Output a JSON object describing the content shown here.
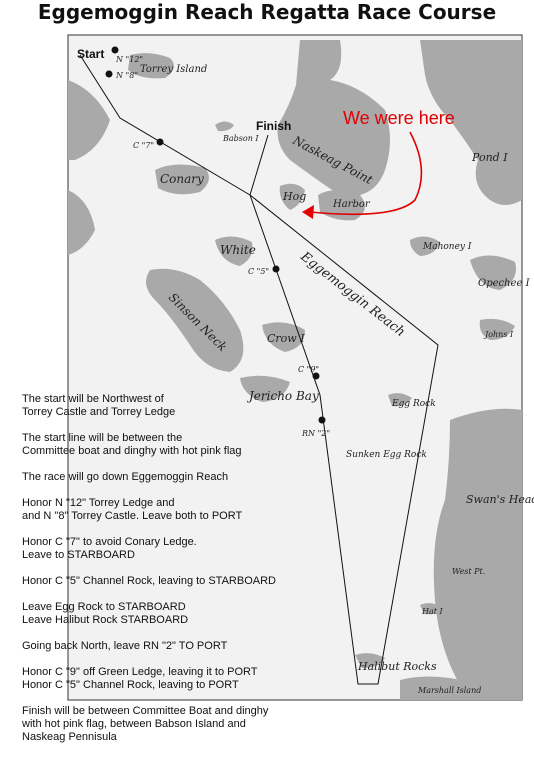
{
  "title": "Eggemoggin Reach Regatta Race Course",
  "labels": {
    "start": "Start",
    "finish": "Finish",
    "we_were_here": "We were here",
    "n12": "N \"12\"",
    "n8": "N \"8\"",
    "c7": "C \"7\"",
    "c5": "C \"5\"",
    "c9": "C \"9\"",
    "rn2": "RN \"2\""
  },
  "places": {
    "torrey_island": "Torrey Island",
    "babson_i": "Babson I",
    "naskeag_point": "Naskeag Point",
    "pond_i": "Pond I",
    "conary": "Conary",
    "hog": "Hog",
    "harbor": "Harbor",
    "white": "White",
    "mahoney_i": "Mahoney I",
    "eggemoggin_reach": "Eggemoggin Reach",
    "opechee_i": "Opechee I",
    "sinson_neck": "Sinson Neck",
    "crow_i": "Crow I",
    "johns_i": "Johns I",
    "jericho_bay": "Jericho Bay",
    "egg_rock": "Egg Rock",
    "sunken_egg_rock": "Sunken Egg Rock",
    "swans_head": "Swan's Head",
    "west_pt": "West Pt.",
    "hat_i": "Hat I",
    "halibut_rocks": "Halibut Rocks",
    "marshall_island": "Marshall Island"
  },
  "instructions": [
    "The start will be Northwest of\nTorrey Castle and Torrey Ledge",
    "The start line will be between the\n Committee boat and dinghy with hot pink flag",
    "The race will go down Eggemoggin Reach",
    "Honor N \"12\" Torrey Ledge and\nand N \"8\" Torrey Castle. Leave both to PORT",
    "Honor C \"7\" to avoid Conary Ledge.\nLeave to STARBOARD",
    "Honor C \"5\" Channel Rock, leaving to STARBOARD",
    "Leave Egg Rock to STARBOARD\nLeave Halibut Rock STARBOARD",
    "Going back North, leave RN \"2\" TO PORT",
    "Honor C \"9\" off Green Ledge, leaving it to PORT\nHonor C \"5\" Channel Rock, leaving to PORT",
    "Finish will be between Committee Boat and dinghy\nwith  hot pink flag, between Babson Island and\nNaskeag Pennisula"
  ],
  "colors": {
    "land": "#a9a9a9",
    "water": "#f2f2f2",
    "annotation": "#e00000"
  }
}
